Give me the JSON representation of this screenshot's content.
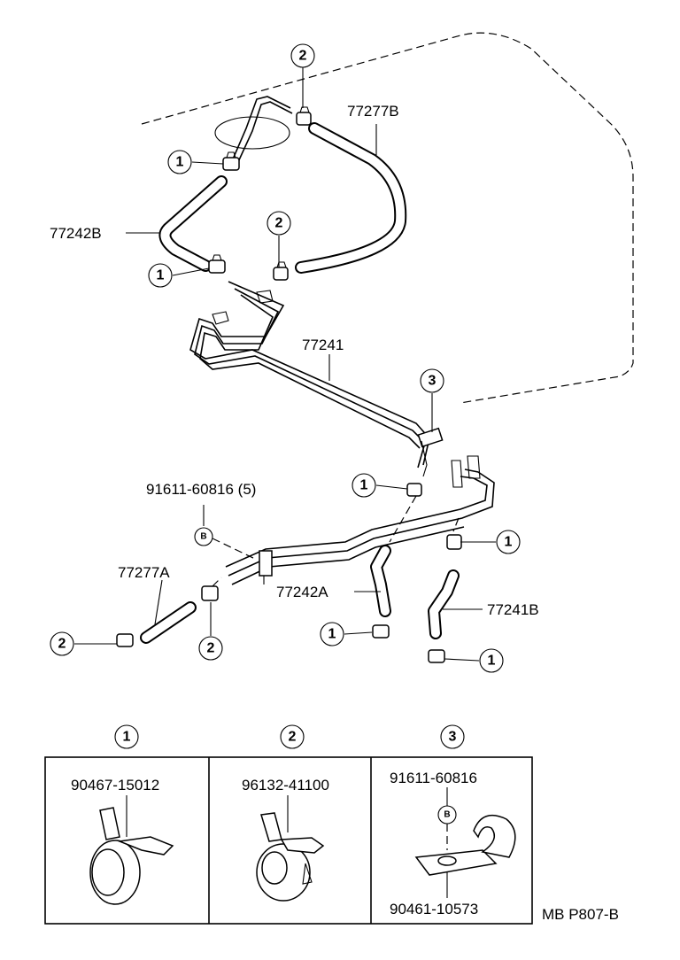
{
  "callouts": {
    "clamp_one": "1",
    "clamp_two": "2",
    "clamp_three": "3",
    "bolt_b": "B"
  },
  "parts": {
    "hose_77277B": "77277B",
    "hose_77242B": "77242B",
    "pipe_77241": "77241",
    "bolt_91611_60816_qty": "91611-60816 (5)",
    "hose_77277A": "77277A",
    "hose_77242A": "77242A",
    "hose_77241B": "77241B"
  },
  "legend": {
    "panel_1_part": "90467-15012",
    "panel_2_part": "96132-41100",
    "panel_3_bolt": "91611-60816",
    "panel_3_clamp": "90461-10573"
  },
  "figure_code": "MB P807-B"
}
